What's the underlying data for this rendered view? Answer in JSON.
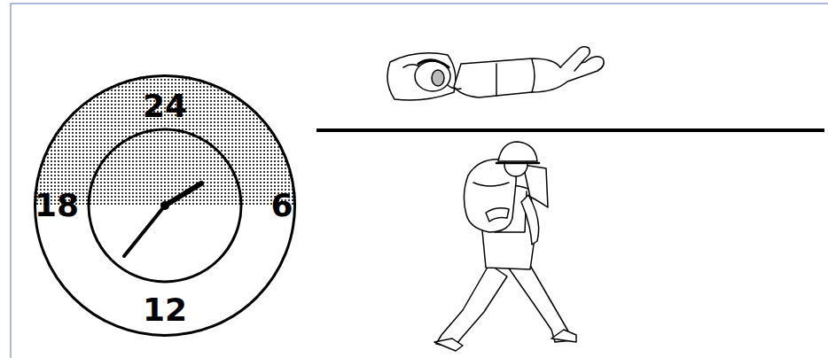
{
  "diagram": {
    "nodes": [
      {
        "text": [
          "24",
          "18",
          "6",
          "12"
        ]
      }
    ]
  }
}
